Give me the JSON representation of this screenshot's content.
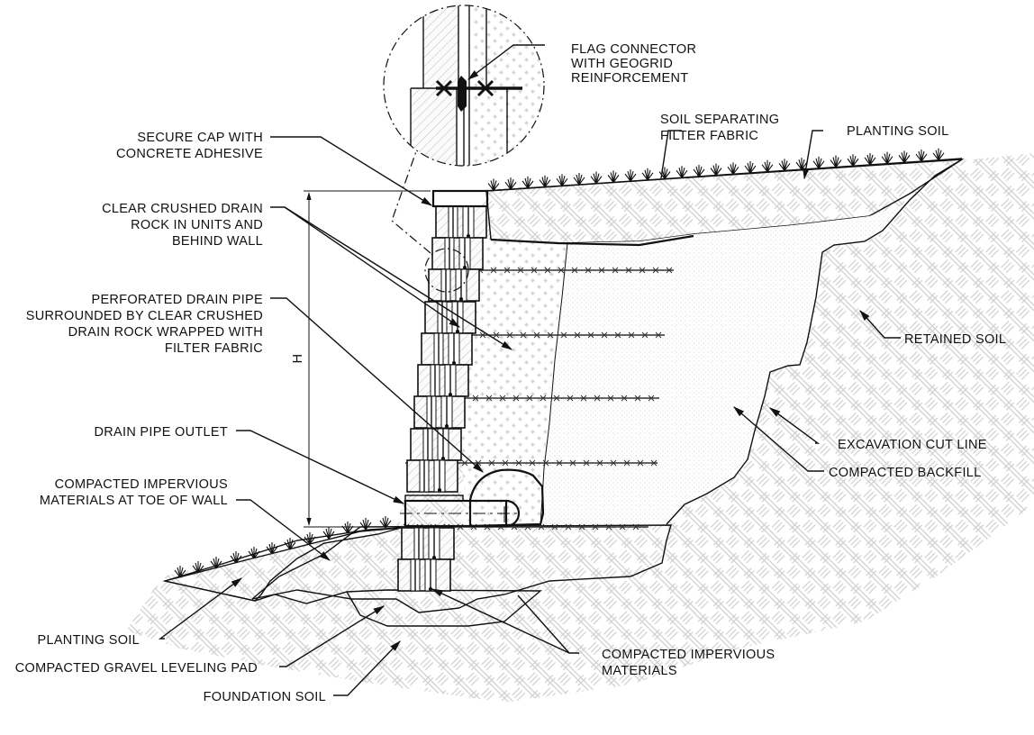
{
  "title": "Segmental Retaining Wall with Geogrid Reinforcement — Section",
  "dimension": {
    "label": "H"
  },
  "labels": {
    "flag_connector": [
      "FLAG CONNECTOR",
      "WITH GEOGRID",
      "REINFORCEMENT"
    ],
    "secure_cap": [
      "SECURE CAP WITH",
      "CONCRETE ADHESIVE"
    ],
    "soil_separating": [
      "SOIL SEPARATING",
      "FILTER FABRIC"
    ],
    "planting_soil_top": [
      "PLANTING SOIL"
    ],
    "clear_crushed": [
      "CLEAR CRUSHED DRAIN",
      "ROCK IN UNITS AND",
      "BEHIND WALL"
    ],
    "perforated_pipe": [
      "PERFORATED DRAIN PIPE",
      "SURROUNDED BY CLEAR CRUSHED",
      "DRAIN ROCK WRAPPED WITH",
      "FILTER FABRIC"
    ],
    "retained_soil": [
      "RETAINED SOIL"
    ],
    "drain_outlet": [
      "DRAIN PIPE OUTLET"
    ],
    "excavation_cut": [
      "EXCAVATION CUT LINE"
    ],
    "compacted_toe": [
      "COMPACTED IMPERVIOUS",
      "MATERIALS AT TOE OF WALL"
    ],
    "compacted_backfill": [
      "COMPACTED BACKFILL"
    ],
    "planting_soil_bottom": [
      "PLANTING SOIL"
    ],
    "compacted_gravel": [
      "COMPACTED GRAVEL LEVELING PAD"
    ],
    "compacted_impervious": [
      "COMPACTED IMPERVIOUS",
      "MATERIALS"
    ],
    "foundation_soil": [
      "FOUNDATION SOIL"
    ]
  },
  "colors": {
    "line": "#111111",
    "hatch": "#c8c8c8",
    "fill_light": "#eeeeee"
  }
}
